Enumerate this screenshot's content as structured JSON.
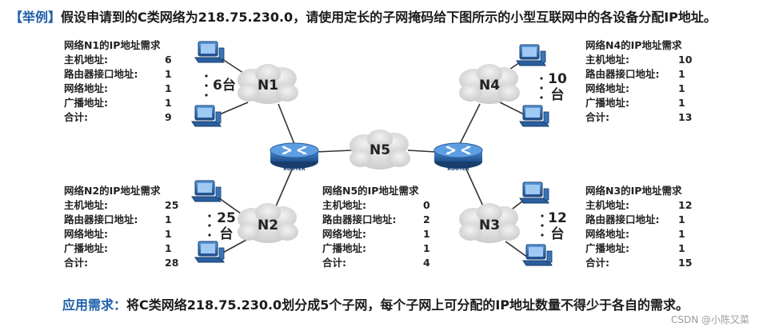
{
  "example": {
    "prefix": "【举例】",
    "text": "假设申请到的C类网络为218.75.230.0，请使用定长的子网掩码给下图所示的小型互联网中的各设备分配IP地址。"
  },
  "networks": {
    "N1": {
      "label": "N1",
      "host_count": "6台",
      "req_title": "网络N1的IP地址需求",
      "rows": [
        {
          "k": "主机地址:",
          "v": "6"
        },
        {
          "k": "路由器接口地址:",
          "v": "1"
        },
        {
          "k": "网络地址:",
          "v": "1"
        },
        {
          "k": "广播地址:",
          "v": "1"
        },
        {
          "k": "合计:",
          "v": "9"
        }
      ]
    },
    "N2": {
      "label": "N2",
      "host_count_num": "25",
      "host_count_unit": "台",
      "req_title": "网络N2的IP地址需求",
      "rows": [
        {
          "k": "主机地址:",
          "v": "25"
        },
        {
          "k": "路由器接口地址:",
          "v": "1"
        },
        {
          "k": "网络地址:",
          "v": "1"
        },
        {
          "k": "广播地址:",
          "v": "1"
        },
        {
          "k": "合计:",
          "v": "28"
        }
      ]
    },
    "N3": {
      "label": "N3",
      "host_count_num": "12",
      "host_count_unit": "台",
      "req_title": "网络N3的IP地址需求",
      "rows": [
        {
          "k": "主机地址:",
          "v": "12"
        },
        {
          "k": "路由器接口地址:",
          "v": "1"
        },
        {
          "k": "网络地址:",
          "v": "1"
        },
        {
          "k": "广播地址:",
          "v": "1"
        },
        {
          "k": "合计:",
          "v": "15"
        }
      ]
    },
    "N4": {
      "label": "N4",
      "host_count_num": "10",
      "host_count_unit": "台",
      "req_title": "网络N4的IP地址需求",
      "rows": [
        {
          "k": "主机地址:",
          "v": "10"
        },
        {
          "k": "路由器接口地址:",
          "v": "1"
        },
        {
          "k": "网络地址:",
          "v": "1"
        },
        {
          "k": "广播地址:",
          "v": "1"
        },
        {
          "k": "合计:",
          "v": "13"
        }
      ]
    },
    "N5": {
      "label": "N5",
      "req_title": "网络N5的IP地址需求",
      "rows": [
        {
          "k": "主机地址:",
          "v": "0"
        },
        {
          "k": "路由器接口地址:",
          "v": "2"
        },
        {
          "k": "网络地址:",
          "v": "1"
        },
        {
          "k": "广播地址:",
          "v": "1"
        },
        {
          "k": "合计:",
          "v": "4"
        }
      ]
    }
  },
  "router_label": "ROUTER",
  "summary": {
    "prefix": "应用需求：",
    "text": "将C类网络218.75.230.0划分成5个子网，每个子网上可分配的IP地址数量不得少于各自的需求。"
  },
  "watermark": "CSDN @小陈又菜",
  "colors": {
    "accent": "#1f5fa8",
    "cloud": "#d9d9d9",
    "router": "#2b6cb0",
    "pc": "#2f6fb5"
  }
}
